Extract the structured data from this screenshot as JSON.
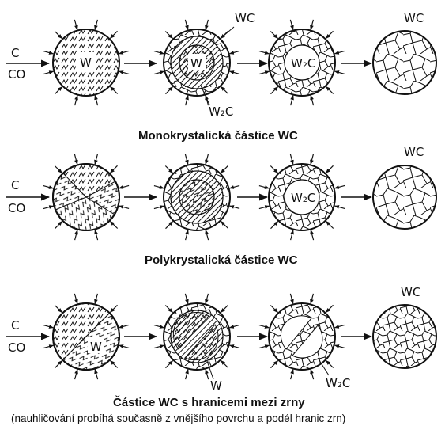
{
  "rows": [
    {
      "input_top": "C",
      "input_bottom": "CO",
      "caption": "Monokrystalická částice WC",
      "labels": {
        "core": "W",
        "outer_wc": "WC",
        "inner_w2c": "W₂C",
        "stage3_core": "W₂C",
        "final_wc": "WC"
      }
    },
    {
      "input_top": "C",
      "input_bottom": "CO",
      "caption": "Polykrystalická částice WC",
      "labels": {
        "stage3_core": "W₂C",
        "final_wc": "WC"
      }
    },
    {
      "input_top": "C",
      "input_bottom": "CO",
      "caption": "Částice WC s hranicemi mezi zrny",
      "subcaption": "(nauhličování probíhá současně z vnějšího povrchu a podél hranic zrn)",
      "labels": {
        "core": "W",
        "stage2_w": "W",
        "w2c": "W₂C",
        "final_wc": "WC"
      }
    }
  ]
}
